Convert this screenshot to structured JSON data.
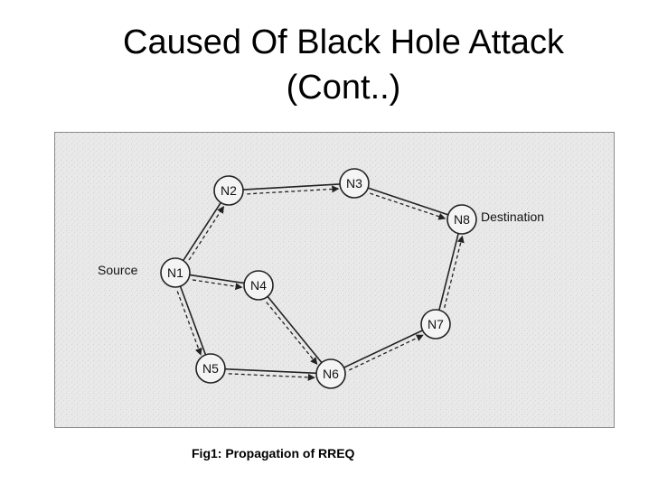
{
  "slide": {
    "title_line1": "Caused Of Black Hole Attack",
    "title_line2": "(Cont..)"
  },
  "figure": {
    "nodes": [
      {
        "id": "N1",
        "label": "N1"
      },
      {
        "id": "N2",
        "label": "N2"
      },
      {
        "id": "N3",
        "label": "N3"
      },
      {
        "id": "N4",
        "label": "N4"
      },
      {
        "id": "N5",
        "label": "N5"
      },
      {
        "id": "N6",
        "label": "N6"
      },
      {
        "id": "N7",
        "label": "N7"
      },
      {
        "id": "N8",
        "label": "N8"
      }
    ],
    "edges": [
      {
        "from": "N1",
        "to": "N2"
      },
      {
        "from": "N2",
        "to": "N3"
      },
      {
        "from": "N3",
        "to": "N8"
      },
      {
        "from": "N1",
        "to": "N4"
      },
      {
        "from": "N1",
        "to": "N5"
      },
      {
        "from": "N4",
        "to": "N6"
      },
      {
        "from": "N5",
        "to": "N6"
      },
      {
        "from": "N6",
        "to": "N7"
      },
      {
        "from": "N7",
        "to": "N8"
      }
    ],
    "source_label": "Source",
    "destination_label": "Destination",
    "caption": "Fig1: Propagation of RREQ"
  }
}
